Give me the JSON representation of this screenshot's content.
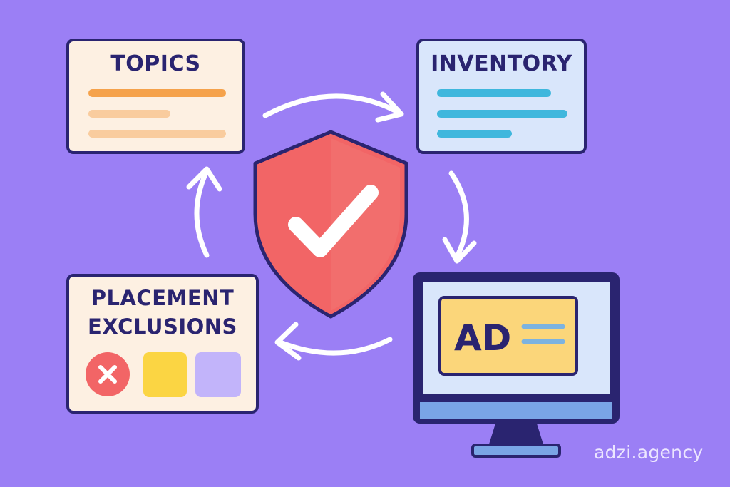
{
  "diagram": {
    "cards": {
      "topics": {
        "title": "TOPICS"
      },
      "inventory": {
        "title": "INVENTORY"
      },
      "placement": {
        "title_line1": "PLACEMENT",
        "title_line2": "EXCLUSIONS"
      }
    },
    "monitor": {
      "ad_label": "AD"
    },
    "watermark": "adzi.agency"
  },
  "colors": {
    "background": "#9b7ff5",
    "outline": "#2a2470",
    "shield": "#f26566",
    "topics_lines": [
      "#f5a24b",
      "#f9cc9e",
      "#f9cc9e"
    ],
    "inventory_lines": [
      "#3fb7dd",
      "#3fb7dd",
      "#3fb7dd"
    ],
    "exclusion_tiles": [
      "#f26566",
      "#fbd543",
      "#c2b4fa"
    ],
    "ad_panel": "#fbd67a"
  },
  "icons": [
    "shield-check-icon",
    "cycle-arrow-icon",
    "monitor-icon",
    "x-icon"
  ]
}
